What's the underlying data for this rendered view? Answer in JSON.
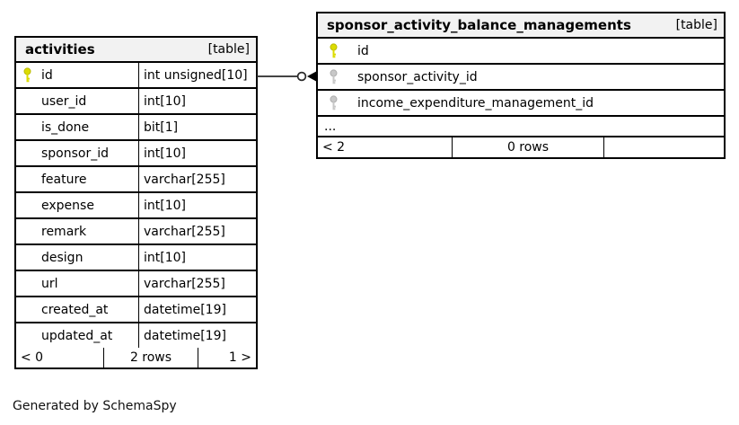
{
  "note": "Generated by SchemaSpy",
  "colors": {
    "header_bg": "#f2f2f2",
    "border": "#000000",
    "primary_key_icon": "#dcdc00",
    "foreign_key_icon": "#c4c4c4",
    "connector": "#2a2a2a"
  },
  "relationship": {
    "from_table": "activities",
    "from_column": "id",
    "to_table": "sponsor_activity_balance_managements",
    "to_column": "sponsor_activity_id",
    "marker": "zero-circle-arrow"
  },
  "tables": [
    {
      "name": "activities",
      "type_label": "[table]",
      "columns": [
        {
          "name": "id",
          "type": "int unsigned[10]",
          "key": "primary"
        },
        {
          "name": "user_id",
          "type": "int[10]",
          "key": "none"
        },
        {
          "name": "is_done",
          "type": "bit[1]",
          "key": "none"
        },
        {
          "name": "sponsor_id",
          "type": "int[10]",
          "key": "none"
        },
        {
          "name": "feature",
          "type": "varchar[255]",
          "key": "none"
        },
        {
          "name": "expense",
          "type": "int[10]",
          "key": "none"
        },
        {
          "name": "remark",
          "type": "varchar[255]",
          "key": "none"
        },
        {
          "name": "design",
          "type": "int[10]",
          "key": "none"
        },
        {
          "name": "url",
          "type": "varchar[255]",
          "key": "none"
        },
        {
          "name": "created_at",
          "type": "datetime[19]",
          "key": "none"
        },
        {
          "name": "updated_at",
          "type": "datetime[19]",
          "key": "none"
        }
      ],
      "footer": {
        "left": "< 0",
        "center": "2 rows",
        "right": "1 >"
      }
    },
    {
      "name": "sponsor_activity_balance_managements",
      "type_label": "[table]",
      "columns": [
        {
          "name": "id",
          "key": "primary"
        },
        {
          "name": "sponsor_activity_id",
          "key": "foreign"
        },
        {
          "name": "income_expenditure_management_id",
          "key": "foreign"
        }
      ],
      "ellipsis": "...",
      "footer": {
        "left": "< 2",
        "center": "0 rows",
        "right": ""
      }
    }
  ]
}
